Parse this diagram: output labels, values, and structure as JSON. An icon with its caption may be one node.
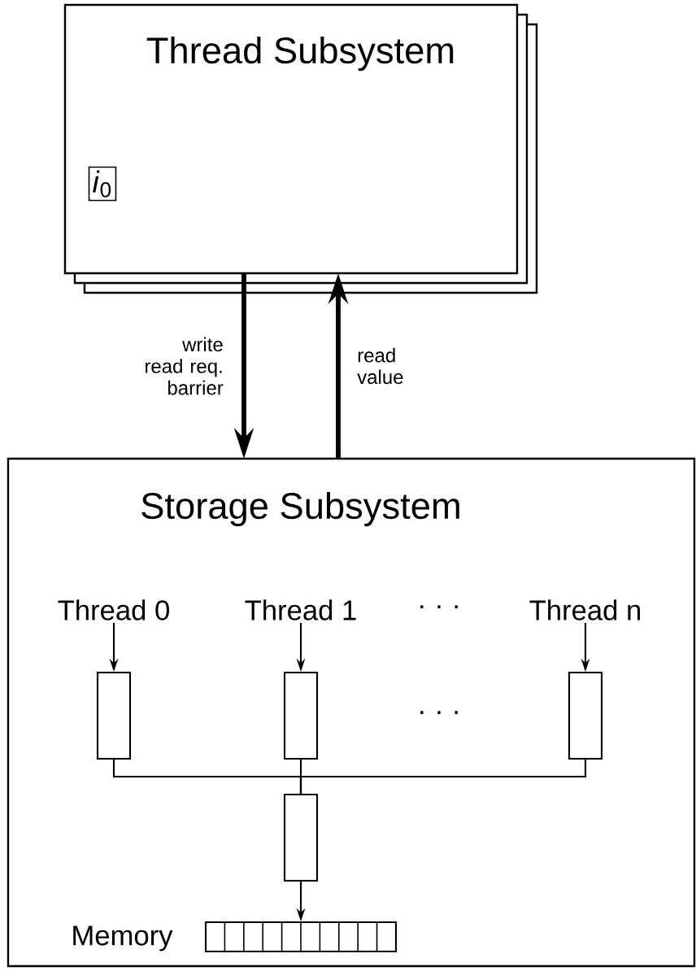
{
  "diagram": {
    "nodes": [
      {
        "text": [
          "Thread Subsystem"
        ]
      },
      {
        "text": [
          "*i*$_{0}$"
        ],
        "in": 0
      },
      {
        "text": [
          "Storage Subsystem"
        ]
      },
      {
        "text": [
          "Thread 0"
        ],
        "in": 2
      },
      {
        "text": [
          "Thread 1"
        ],
        "in": 2
      },
      {
        "text": [
          "Thread n"
        ],
        "in": 2
      },
      {
        "text": [],
        "shape": "box",
        "in": 2
      },
      {
        "text": [],
        "shape": "box",
        "in": 2
      },
      {
        "text": [],
        "shape": "box",
        "in": 2
      },
      {
        "text": [],
        "shape": "box",
        "in": 2
      },
      {
        "text": [],
        "shape": "box",
        "in": 2,
        "beside": [
          "Memory"
        ]
      }
    ],
    "edges": [
      {
        "from": 0,
        "to": 2,
        "arrow": "to",
        "style": "thick",
        "label": "write read req. barrier"
      },
      {
        "from": 2,
        "to": 0,
        "arrow": "to",
        "style": "thick",
        "label": "read value"
      },
      {
        "from": 3,
        "to": 6,
        "arrow": "to"
      },
      {
        "from": 4,
        "to": 7,
        "arrow": "to"
      },
      {
        "from": 5,
        "to": 8,
        "arrow": "to"
      },
      {
        "from": 6,
        "to": 9,
        "arrow": "none"
      },
      {
        "from": 7,
        "to": 9,
        "arrow": "none"
      },
      {
        "from": 8,
        "to": 9,
        "arrow": "none"
      },
      {
        "from": 9,
        "to": 10,
        "arrow": "to"
      }
    ],
    "labels": [
      "· · ·",
      "· · ·"
    ]
  }
}
